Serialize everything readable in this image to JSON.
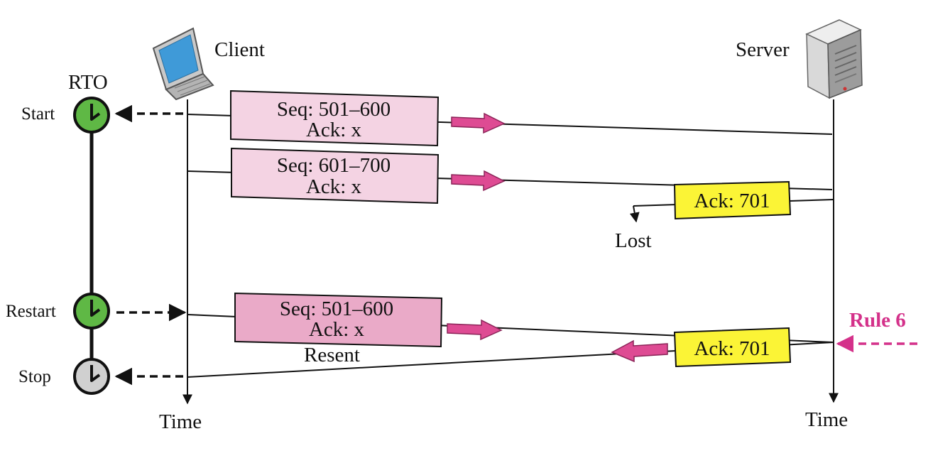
{
  "colors": {
    "segment_fill": "#f4d3e3",
    "resent_fill": "#eaaac8",
    "ack_fill": "#fbf436",
    "arrow_pink": "#de4b93",
    "rule_color": "#d4318a",
    "clock_green": "#5fb845",
    "clock_gray": "#d0d0d0"
  },
  "icons": {
    "client": "laptop-icon",
    "server": "server-tower-icon",
    "timer": "clock-icon"
  },
  "client": {
    "label": "Client",
    "time_label": "Time"
  },
  "server": {
    "label": "Server",
    "time_label": "Time"
  },
  "rto": {
    "label": "RTO",
    "start_label": "Start",
    "restart_label": "Restart",
    "stop_label": "Stop"
  },
  "segments": [
    {
      "seq": "Seq: 501–600",
      "ack": "Ack: x"
    },
    {
      "seq": "Seq: 601–700",
      "ack": "Ack: x"
    },
    {
      "seq": "Seq: 501–600",
      "ack": "Ack: x",
      "note": "Resent"
    }
  ],
  "acks": [
    {
      "text": "Ack: 701",
      "note": "Lost"
    },
    {
      "text": "Ack: 701"
    }
  ],
  "rule_label": "Rule 6"
}
